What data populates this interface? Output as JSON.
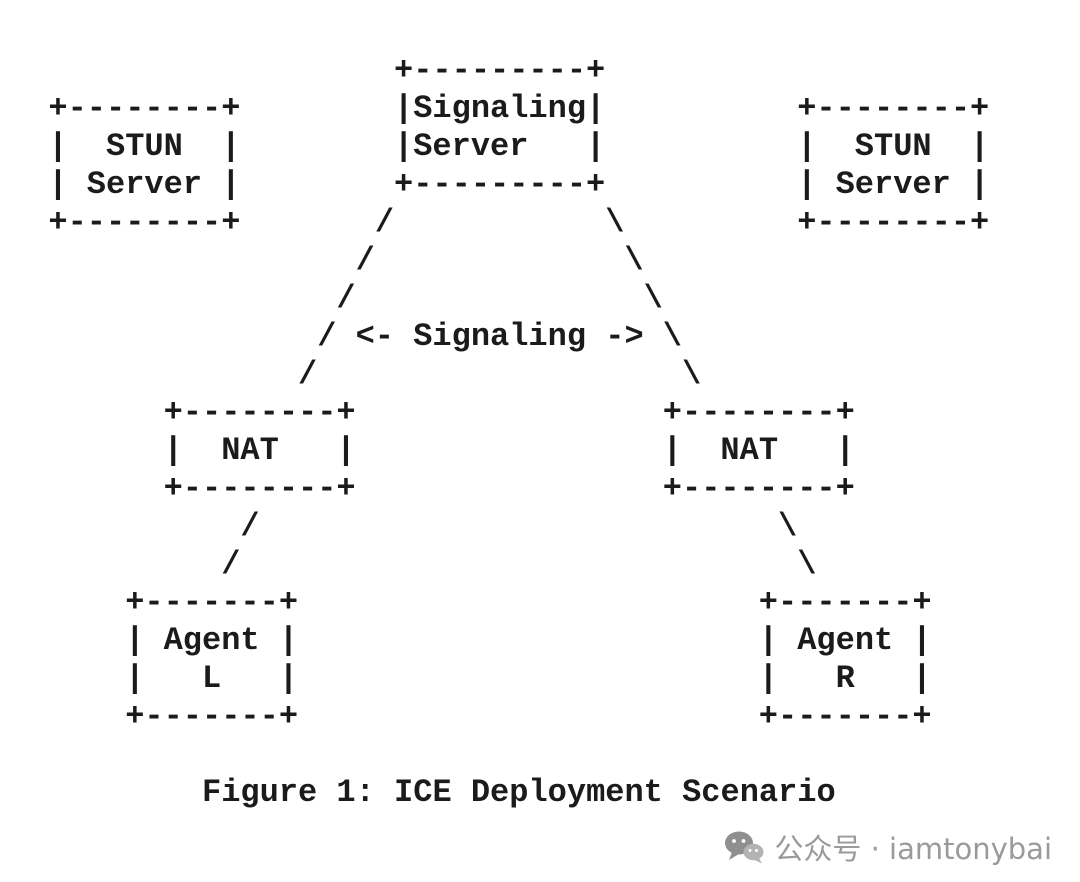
{
  "diagram": {
    "caption": "Figure 1: ICE Deployment Scenario",
    "nodes": {
      "signaling_server": {
        "label": "Signaling Server",
        "ascii": "+---------+\n|Signaling|\n|Server   |\n+---------+"
      },
      "stun_server_left": {
        "label": "STUN Server",
        "ascii": "+--------+\n|  STUN  |\n| Server |\n+--------+"
      },
      "stun_server_right": {
        "label": "STUN Server",
        "ascii": "+--------+\n|  STUN  |\n| Server |\n+--------+"
      },
      "nat_left": {
        "label": "NAT",
        "ascii": "+--------+\n|  NAT   |\n+--------+"
      },
      "nat_right": {
        "label": "NAT",
        "ascii": "+--------+\n|  NAT   |\n+--------+"
      },
      "agent_l": {
        "label": "Agent L",
        "ascii": "+-------+\n| Agent |\n|   L   |\n+-------+"
      },
      "agent_r": {
        "label": "Agent R",
        "ascii": "+-------+\n| Agent |\n|   R   |\n+-------+"
      }
    },
    "edges": {
      "signaling_label": "<- Signaling ->",
      "signaling_to_nat_left": {
        "ascii": "    /\n   /\n  /\n /\n/"
      },
      "signaling_to_nat_right": {
        "ascii": "\\\n \\\n  \\\n   \\\n    \\"
      },
      "nat_left_to_agent_l": {
        "ascii": " /\n/"
      },
      "nat_right_to_agent_r": {
        "ascii": "\\\n \\"
      }
    }
  },
  "watermark": {
    "text": "公众号 · iamtonybai",
    "icon": "wechat-icon",
    "color": "#9a9a9a"
  },
  "colors": {
    "text": "#1b1b1b",
    "background": "#ffffff"
  }
}
